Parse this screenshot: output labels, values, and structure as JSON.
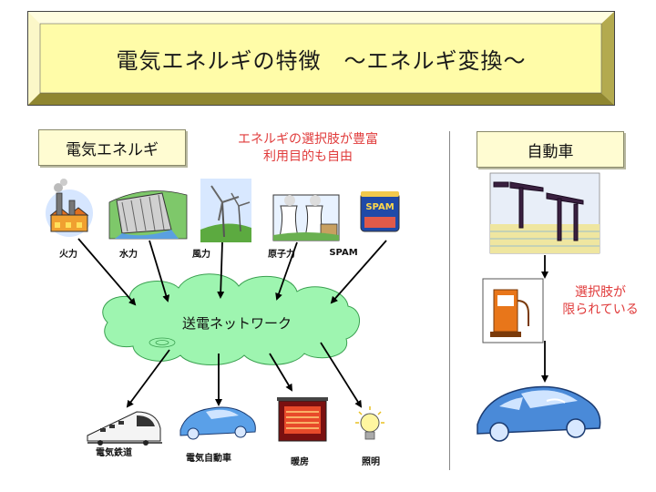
{
  "title": "電気エネルギの特徴　～エネルギ変換～",
  "electric_label": "電気エネルギ",
  "car_label": "自動車",
  "choice_note": [
    "エネルギの選択肢が豊富",
    "利用目的も自由"
  ],
  "limited_note": [
    "選択肢が",
    "限られている"
  ],
  "network_label": "送電ネットワーク",
  "sources": [
    "火力",
    "水力",
    "風力",
    "原子力",
    "SPAM"
  ],
  "uses": [
    "電気鉄道",
    "電気自動車",
    "暖房",
    "照明"
  ],
  "spam_can_text": "SPAM",
  "colors": {
    "title_bg": "#fffca8",
    "label_bg": "#fffcd2",
    "note_red": "#e03b3b",
    "cloud_green": "#9ef5b0",
    "oil_sky": "#e8eef8",
    "car_blue": "#4a8ad8"
  }
}
